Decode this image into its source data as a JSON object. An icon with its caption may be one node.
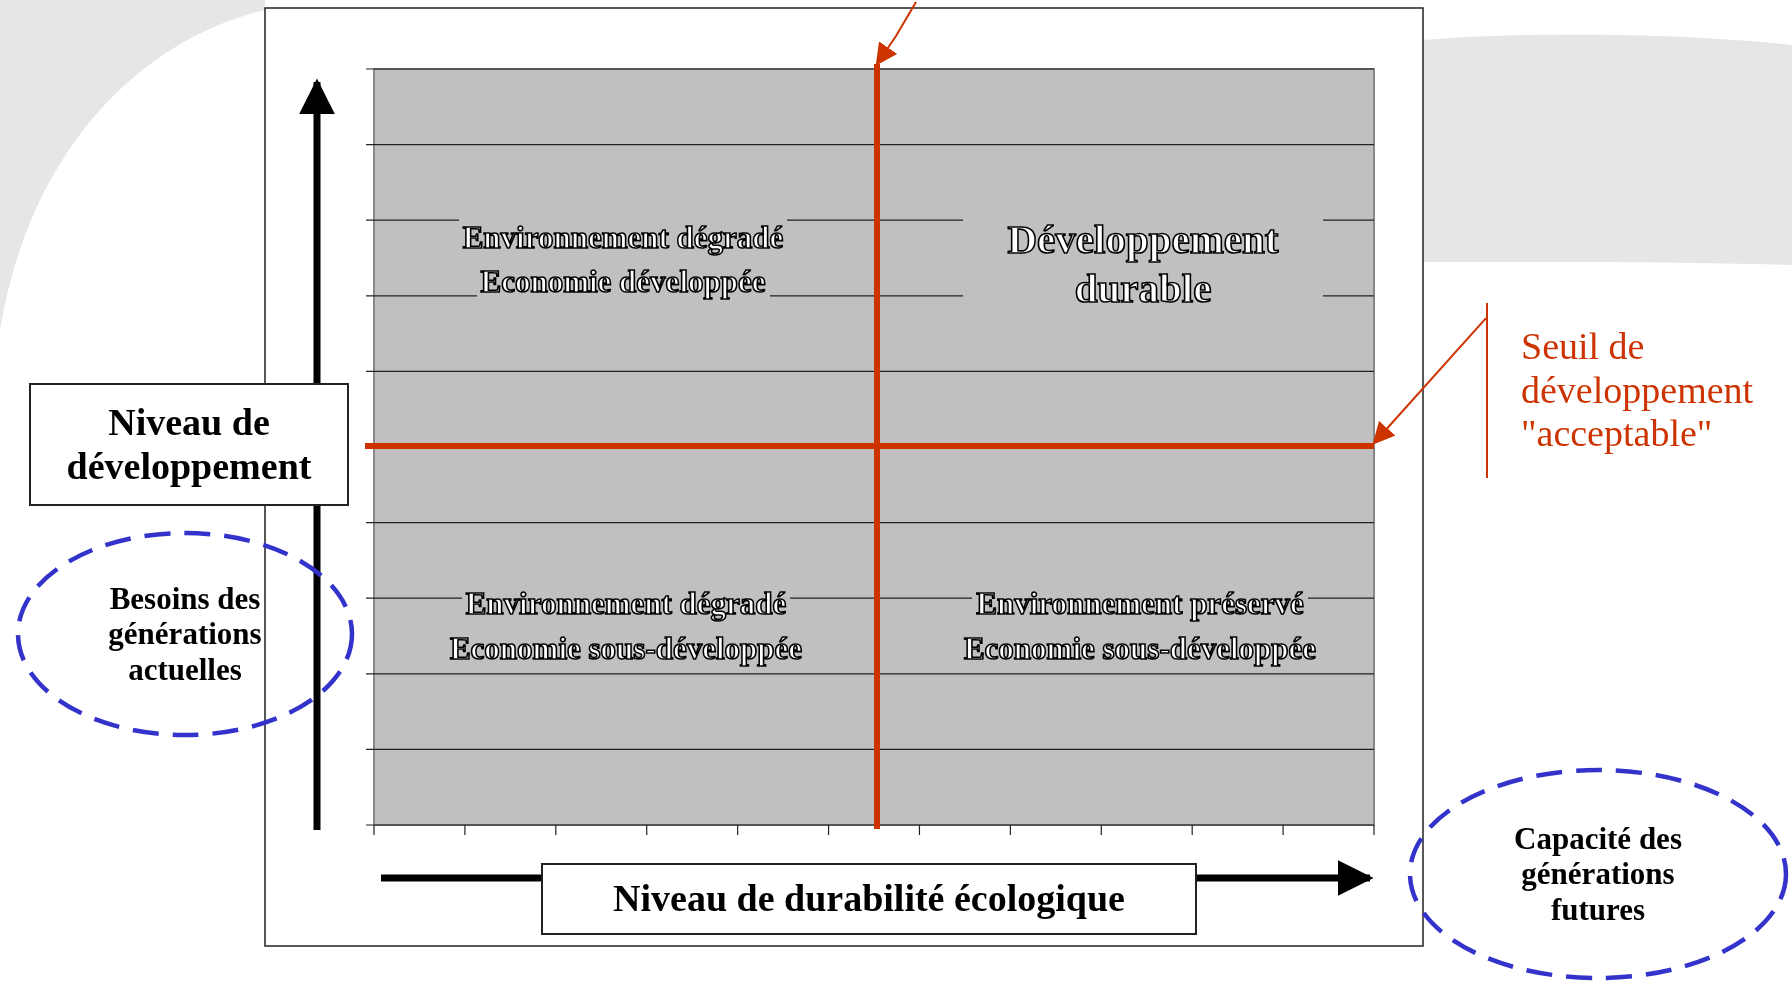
{
  "diagram": {
    "nodes": [
      {
        "text": [
          "Niveau de développement"
        ]
      },
      {
        "text": [
          "Besoins des générations actuelles"
        ]
      },
      {
        "text": [
          "Niveau de durabilité écologique"
        ]
      },
      {
        "text": [
          "Capacité des générations futures"
        ]
      },
      {
        "text": [
          "Seuil de développement \"acceptable\""
        ]
      },
      {
        "text": [],
        "shape": "line"
      },
      {
        "text": [],
        "shape": "line"
      }
    ],
    "edges": [
      {
        "from": 4,
        "to": 5,
        "arrow": "to"
      },
      {
        "from": null,
        "to": 6,
        "arrow": "to"
      }
    ],
    "labels": [
      "Environnement dégradé",
      "Economie développée",
      "Développement durable",
      "Environnement dégradé",
      "Economie sous-développée",
      "Environnement préservé",
      "Economie sous-développée"
    ]
  }
}
